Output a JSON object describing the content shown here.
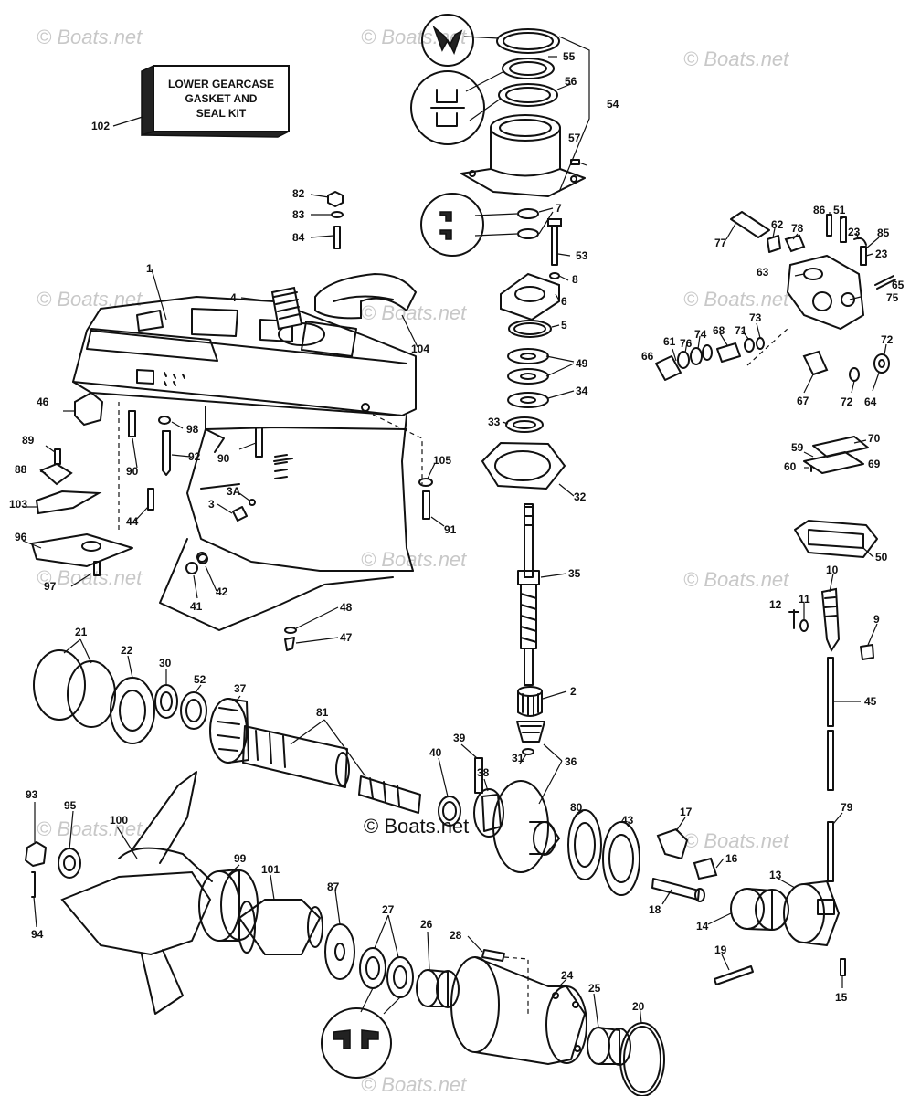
{
  "kit_label": {
    "number": "102",
    "lines": [
      "LOWER GEARCASE",
      "GASKET AND",
      "SEAL KIT"
    ]
  },
  "watermarks": [
    "© Boats.net",
    "© Boats.net",
    "© Boats.net",
    "© Boats.net",
    "© Boats.net",
    "© Boats.net",
    "© Boats.net",
    "© Boats.net",
    "© Boats.net",
    "© Boats.net",
    "© Boats.net",
    "© Boats.net"
  ],
  "credit": "© Boats.net",
  "callouts": [
    "1",
    "2",
    "3",
    "3A",
    "4",
    "5",
    "6",
    "7",
    "8",
    "9",
    "10",
    "11",
    "12",
    "13",
    "14",
    "15",
    "16",
    "17",
    "18",
    "19",
    "20",
    "21",
    "22",
    "23",
    "23",
    "24",
    "25",
    "26",
    "27",
    "28",
    "30",
    "31",
    "32",
    "33",
    "34",
    "35",
    "36",
    "37",
    "38",
    "39",
    "40",
    "41",
    "42",
    "43",
    "44",
    "45",
    "46",
    "47",
    "48",
    "49",
    "50",
    "51",
    "52",
    "53",
    "54",
    "55",
    "56",
    "57",
    "59",
    "60",
    "61",
    "62",
    "63",
    "64",
    "65",
    "66",
    "67",
    "68",
    "69",
    "70",
    "71",
    "72",
    "72",
    "73",
    "74",
    "75",
    "76",
    "77",
    "78",
    "79",
    "80",
    "81",
    "82",
    "83",
    "84",
    "85",
    "86",
    "87",
    "88",
    "89",
    "90",
    "90",
    "91",
    "92",
    "93",
    "94",
    "95",
    "96",
    "97",
    "98",
    "99",
    "100",
    "101",
    "103",
    "104",
    "105"
  ]
}
